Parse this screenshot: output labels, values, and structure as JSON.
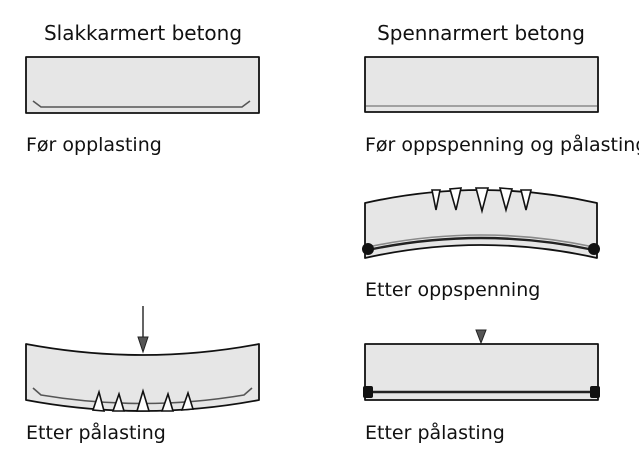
{
  "headers": {
    "left": "Slakkarmert betong",
    "right": "Spennarmert betong"
  },
  "captions": {
    "left_before": "Før opplasting",
    "right_before": "Før oppspenning og pålasting",
    "right_after_prestress": "Etter oppspenning",
    "left_after_load": "Etter pålasting",
    "right_after_load": "Etter pålasting"
  },
  "colors": {
    "concrete": "#e6e6e6",
    "outline": "#111111",
    "reinforcement": "#555555"
  }
}
